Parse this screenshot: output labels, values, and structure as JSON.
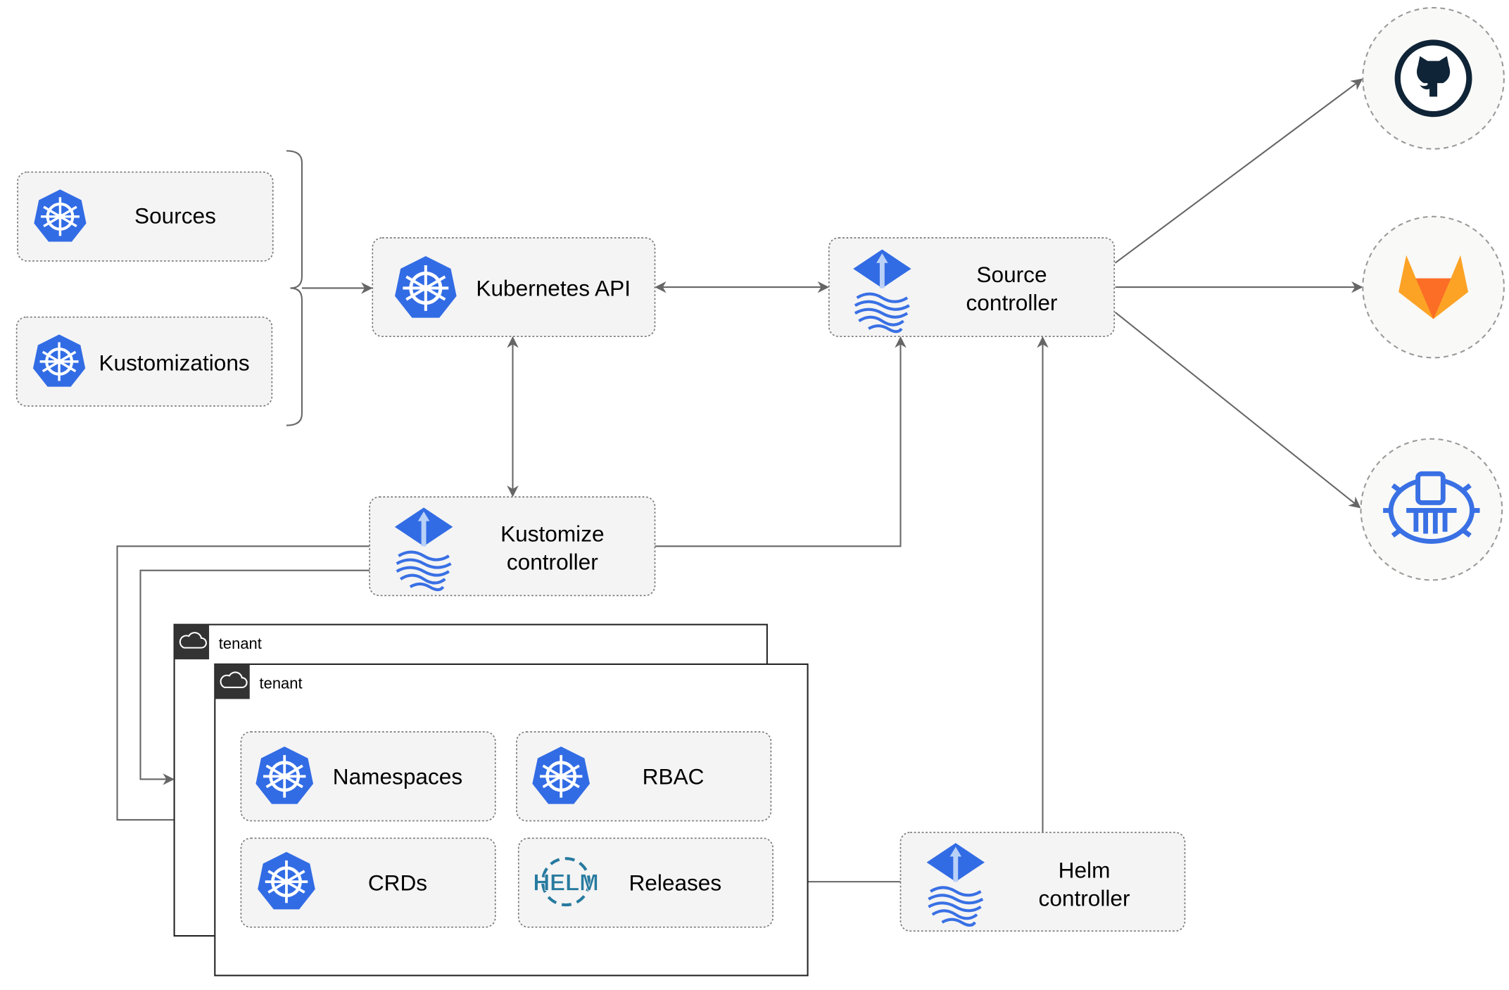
{
  "nodes": {
    "sources": "Sources",
    "kustomizations": "Kustomizations",
    "kubernetes_api": "Kubernetes API",
    "source_controller": [
      "Source",
      "controller"
    ],
    "kustomize_controller": [
      "Kustomize",
      "controller"
    ],
    "helm_controller": [
      "Helm",
      "controller"
    ],
    "namespaces": "Namespaces",
    "rbac": "RBAC",
    "crds": "CRDs",
    "releases": "Releases",
    "helm_logo": "HELM"
  },
  "tenants": [
    "tenant",
    "tenant"
  ],
  "external_sources": [
    {
      "icon": "github-icon",
      "color": "#0f2436"
    },
    {
      "icon": "gitlab-icon",
      "color": "#e8582a"
    },
    {
      "icon": "bucket-icon",
      "color": "#3970e4"
    }
  ],
  "colors": {
    "kubernetes_blue": "#326ce5",
    "edge": "#666666",
    "box_fill": "#f4f4f4",
    "tenant_header": "#333333"
  }
}
